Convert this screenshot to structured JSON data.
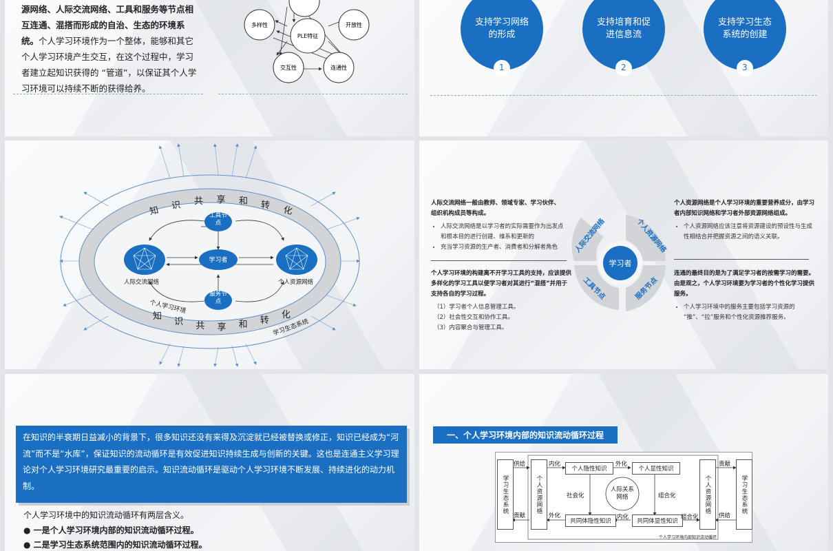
{
  "slide1": {
    "text_bold_1": "源网络、人际交流网络、工具和服务等节点相互连通、混搭而形成的自治、生态的环境系统。",
    "text_regular": "个人学习环境作为一个整体，能够和其它个人学习环境产生交互，在这个过程中，学习者建立起知识获得的 “管道”，以保证其个人学习环境可以持续不断的获得给养。",
    "diagram": {
      "center": "PLE特征",
      "nodes": [
        "多样性",
        "开放性",
        "交互性",
        "连通性"
      ]
    }
  },
  "slide2": {
    "circles": [
      {
        "label": "支持学习网络的形成",
        "number": "1"
      },
      {
        "label": "支持培育和促进信息流",
        "number": "2"
      },
      {
        "label": "支持学习生态系统的创建",
        "number": "3"
      }
    ]
  },
  "slide3": {
    "ring_top": [
      "知",
      "识",
      "共",
      "享",
      "和",
      "转",
      "化"
    ],
    "ring_bottom": [
      "知",
      "识",
      "共",
      "享",
      "和",
      "转",
      "化"
    ],
    "tool_node": "工具节点",
    "service_node": "服务节点",
    "learner": "学习者",
    "left_network": "人际交流网络",
    "right_network": "个人资源网络",
    "env_label": "个人学习环境",
    "eco_label": "学习生态系统"
  },
  "slide4": {
    "top_left_title": "人际交流网络一般由教师、领域专家、学习伙伴、组织机构成员等构成。",
    "top_left_items": [
      "人际交流网络是以学习者的实际需要作为出发点和根本目的进行创建、维系和更新的",
      "充当学习资源的生产者、消费者和分解者角色"
    ],
    "bottom_left_title": "个人学习环境的构建离不开学习工具的支持，应该提供多样化的学习工具以便学习者对其进行“混搭”并用于支持各自的学习过程。",
    "bottom_left_items": [
      "（1）学习者个人信息管理工具。",
      "（2）社会性交互和协作工具。",
      "（3）内容聚合与管理工具。"
    ],
    "top_right_title": "个人资源网络是个人学习环境的重要营养成分，由学习者内部知识网络和学习者外部资源网络组成。",
    "top_right_items": [
      "个人资源网络应该注意将资源建设的预设性与生成性相结合并把握资源之间的语义关联。"
    ],
    "bottom_right_title": "连通的最终目的是为了满足学习者的按需学习的需要。由是观之，个人学习环境要为学习者的个性化学习提供服务。",
    "bottom_right_items": [
      "个人学习环境中的服务主要包括学习资源的 “推”、“拉”服务和个性化资源推荐服务。"
    ],
    "center": "学习者",
    "segments": [
      "人际交流网络",
      "个人资源网络",
      "工具节点",
      "服务节点"
    ]
  },
  "slide5": {
    "blue_text": "在知识的半衰期日益减小的背景下，很多知识还没有来得及沉淀就已经被替换或修正，知识已经成为“河流”而不是“水库”，保证知识的流动循环是有效促进知识持续生成与创新的关键。这也是连通主义学习理论对个人学习环境研究最重要的启示。知识流动循环是驱动个人学习环境不断发展、持续进化的动力机制。",
    "intro": "个人学习环境中的知识流动循环有两层含义。",
    "bullets": [
      "一是个人学习环境内部的知识流动循环过程。",
      "二是学习生态系统范围内的知识流动循环过程。"
    ]
  },
  "slide6": {
    "tag": "一、个人学习环境内部的知识流动循环过程",
    "left_eco": "学习生态系统",
    "right_eco": "学习生态系统",
    "left_net": "个人资源网络",
    "right_net": "个人资源网络",
    "tacit": "个人隐性知识",
    "explicit": "个人显性知识",
    "group_tacit": "共同体隐性知识",
    "group_explicit": "共同体显性知识",
    "center": "人际关系网络",
    "labels": {
      "supply_l": "供给",
      "contribute_l": "贡献",
      "intern_l": "内化",
      "extern_l": "外化",
      "extern_top": "外化",
      "social": "社会化",
      "combine": "组合化",
      "intern_bottom": "内化",
      "combine_r": "组合化",
      "contribute_r": "贡献",
      "supply_r": "供给"
    },
    "caption": "个人学习环境内部知识流动循环"
  }
}
